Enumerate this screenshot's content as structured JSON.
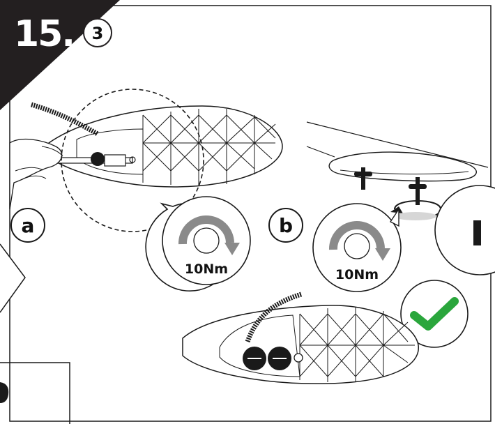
{
  "step": {
    "number": "15.",
    "sub_step": "3"
  },
  "panels": [
    {
      "label": "a",
      "torque": "10Nm"
    },
    {
      "label": "b",
      "torque": "10Nm"
    }
  ],
  "icons": {
    "check": "checkmark-icon",
    "torque": "torque-arrow-icon",
    "part": "bar-icon"
  },
  "colors": {
    "badge": "#231f20",
    "check": "#2aa63c",
    "torque_arrow": "#8a8a8a",
    "line": "#1a1a1a"
  }
}
